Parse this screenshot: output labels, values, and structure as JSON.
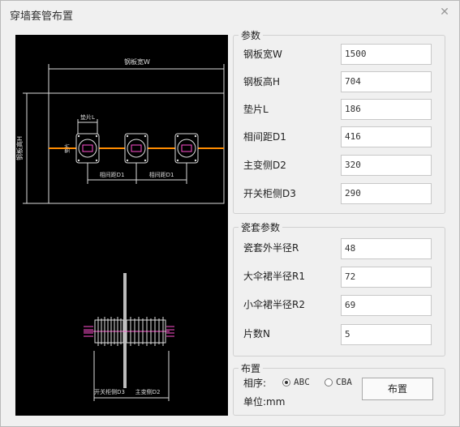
{
  "window": {
    "title": "穿墙套管布置",
    "close_icon": "close-icon"
  },
  "preview": {
    "top": {
      "width_label": "钢板宽W",
      "height_label": "钢板高H",
      "shim_label": "垫片L",
      "d1_left_label": "相间距D1",
      "d1_right_label": "相间距D1"
    },
    "bottom": {
      "d3_label": "开关柜侧D3",
      "d2_label": "主变侧D2"
    },
    "colors": {
      "background": "#000000",
      "line": "#ffffff",
      "bar": "#ff8c00",
      "fringe": "#ff4fd0"
    }
  },
  "params": {
    "legend": "参数",
    "rows": [
      {
        "label": "钢板宽W",
        "value": "1500"
      },
      {
        "label": "钢板高H",
        "value": "704"
      },
      {
        "label": "垫片L",
        "value": "186"
      },
      {
        "label": "相间距D1",
        "value": "416"
      },
      {
        "label": "主变侧D2",
        "value": "320"
      },
      {
        "label": "开关柜侧D3",
        "value": "290"
      }
    ]
  },
  "porcelain": {
    "legend": "瓷套参数",
    "rows": [
      {
        "label": "瓷套外半径R",
        "value": "48"
      },
      {
        "label": "大伞裙半径R1",
        "value": "72"
      },
      {
        "label": "小伞裙半径R2",
        "value": "69"
      },
      {
        "label": "片数N",
        "value": "5"
      }
    ]
  },
  "layout": {
    "legend": "布置",
    "order_label": "相序:",
    "option_abc": "ABC",
    "option_cba": "CBA",
    "selected": "ABC",
    "unit_label": "单位:mm",
    "button_label": "布置"
  }
}
